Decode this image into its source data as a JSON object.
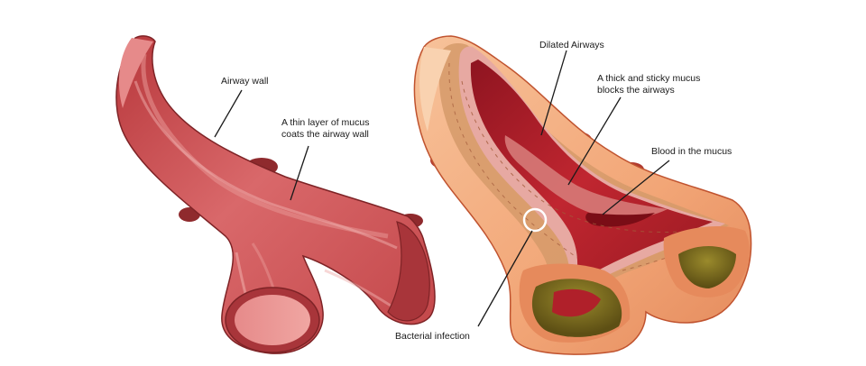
{
  "labels": {
    "airway_wall": "Airway wall",
    "thin_mucus": "A thin layer of mucus\ncoats the airway wall",
    "dilated_airways": "Dilated Airways",
    "thick_mucus": "A thick and sticky mucus\nblocks the airways",
    "blood": "Blood in the mucus",
    "bacterial": "Bacterial infection"
  },
  "colors": {
    "healthy_wall": "#c9474a",
    "healthy_wall_light": "#e8898a",
    "healthy_wall_dark": "#8f2a2d",
    "diseased_outer": "#f4b184",
    "diseased_dark": "#b83a2e",
    "mucus_tan": "#d8a476",
    "mucus_pink": "#e9a3a0",
    "lumen_red": "#b0202a",
    "infection_olive": "#7b6a21",
    "label_text": "#1a1a1a"
  }
}
